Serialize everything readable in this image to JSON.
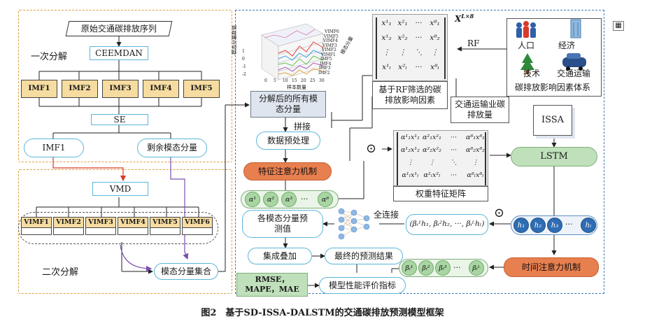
{
  "left_panel": {
    "top_input": "原始交通碳排放序列",
    "first_decomposition_label": "一次分解",
    "ceemdan": "CEEMDAN",
    "imfs": [
      "IMF1",
      "IMF2",
      "IMF3",
      "IMF4",
      "IMF5"
    ],
    "se": "SE",
    "imf1": "IMF1",
    "remaining": "剩余模态分量",
    "vmd": "VMD",
    "vimfs": [
      "VIMF1",
      "VIMF2",
      "VIMF3",
      "VIMF4",
      "VIMF5",
      "VIMF6"
    ],
    "second_decomposition_label": "二次分解",
    "mode_collection": "模态分量集合"
  },
  "plot3d": {
    "y_axis_label": "模态分量数值",
    "x_axis_label": "样本数量",
    "z_axis_label": "模态分量",
    "x_ticks": [
      "0",
      "5",
      "10",
      "15",
      "20",
      "25",
      "30"
    ],
    "y_ticks": [
      "1",
      "0",
      "-1",
      "-2"
    ],
    "z_ticks": [
      "VIMF6",
      "VIMF5",
      "VIMF4",
      "VIMF3",
      "VIMF2",
      "VIMF1",
      "IMF5",
      "IMF4",
      "IMF3",
      "IMF2"
    ]
  },
  "center": {
    "all_modes": "分解后的所有模态分量",
    "splice": "拼接",
    "preprocess": "数据预处理",
    "feature_attention": "特征注意力机制",
    "alphas": [
      "α¹",
      "α²",
      "α³",
      "···",
      "α⁸"
    ],
    "mode_prediction": "各模态分量预测值",
    "fc": "全连接",
    "integrate": "集成叠加",
    "final_result": "最终的预测结果",
    "metrics": "RMSE，MAPE，MAE",
    "evaluation": "模型性能评价指标"
  },
  "matrix_x": {
    "label": "X",
    "superscript": "L×8",
    "rows": [
      [
        "x¹₁",
        "x²₁",
        "···",
        "x⁸₁"
      ],
      [
        "x¹₂",
        "x²₂",
        "···",
        "x⁸₂"
      ],
      [
        "⋮",
        "⋮",
        "⋱",
        "⋮"
      ],
      [
        "x¹ₗ",
        "x²ₗ",
        "···",
        "x⁸ₗ"
      ]
    ],
    "caption": "基于RF筛选的碳排放影响因素"
  },
  "rf": "RF",
  "factors": {
    "items": [
      "人口",
      "经济",
      "技术",
      "交通运输"
    ],
    "caption": "碳排放影响因素体系"
  },
  "transport": "交通运输业碳排放量",
  "issa": "ISSA",
  "lstm": "LSTM",
  "weighted_matrix": {
    "rows": [
      [
        "α¹₁x¹₁",
        "α²₁x²₁",
        "···",
        "α⁸₁x⁸₁"
      ],
      [
        "α¹₂x¹₂",
        "α²₂x²₂",
        "···",
        "α⁸₂x⁸₂"
      ],
      [
        "⋮",
        "⋮",
        "⋱",
        "⋮"
      ],
      [
        "α¹ₗx¹ₗ",
        "α²ₗx²ₗ",
        "···",
        "α⁸ₗx⁸ₗ"
      ]
    ],
    "caption": "权重特征矩阵"
  },
  "odot": "⊙",
  "hidden": [
    "h₁",
    "h₂",
    "h₃",
    "···",
    "hₗ"
  ],
  "weighted_sum": "(βᵢ¹h₁, βᵢ²h₂, ···, βᵢᴸhₗ)",
  "temporal_attention": "时间注意力机制",
  "betas": [
    "βᵢ¹",
    "βᵢ²",
    "βᵢ³",
    "···",
    "βᵢᴸ"
  ],
  "figure_caption": "图2　基于SD-ISSA-DALSTM的交通碳排放预测模型框架",
  "colors": {
    "orange_box": "#e87f4f",
    "green_box": "#bfe0bb",
    "imf_fill": "#f6dca0",
    "blue_node": "#2f6db3",
    "dash_blue": "#3d78b8",
    "dash_orange": "#e0a040"
  }
}
